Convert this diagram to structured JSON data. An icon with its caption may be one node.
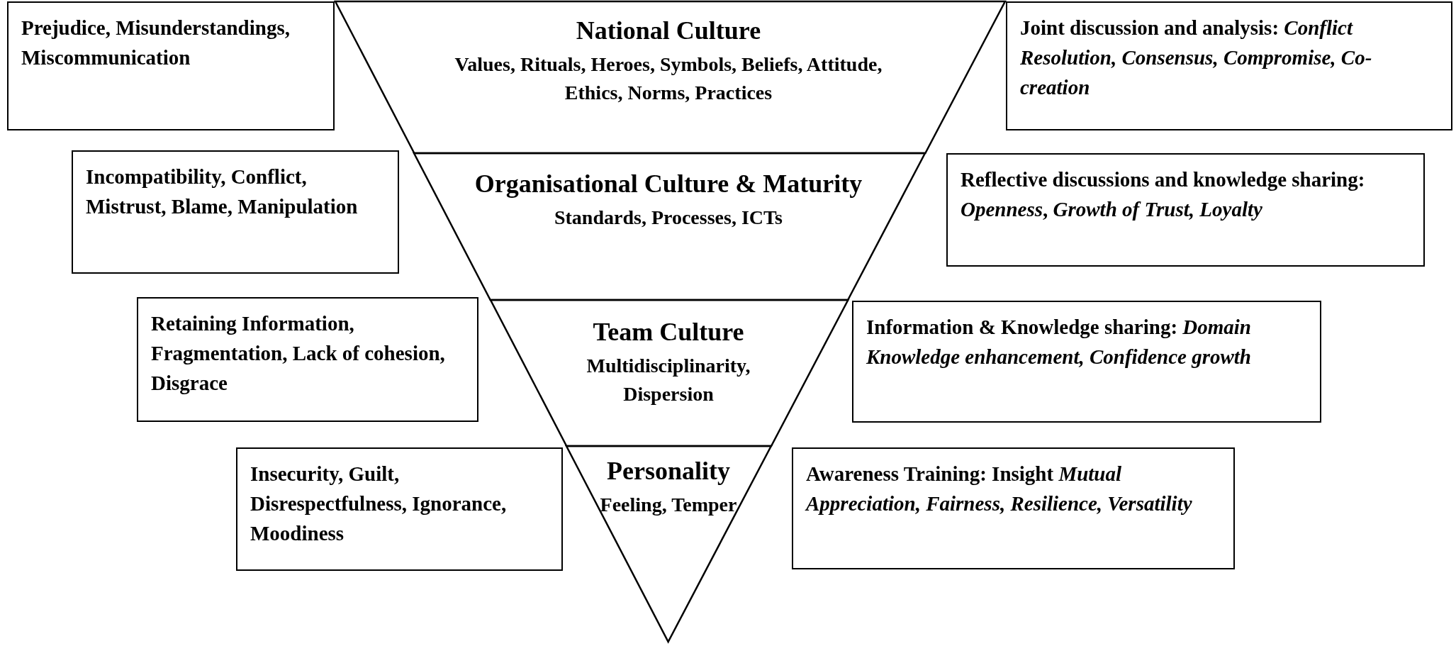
{
  "diagram": {
    "nodes": [
      {
        "text": [
          "Prejudice, Misunderstandings, Miscommunication"
        ]
      },
      {
        "text": [
          "National Culture",
          "Values, Rituals, Heroes, Symbols, Beliefs, Attitude, Ethics, Norms, Practices"
        ]
      },
      {
        "text": [
          "Joint discussion and analysis: *Conflict Resolution, Consensus, Compromise, Co-creation*"
        ]
      },
      {
        "text": [
          "Incompatibility, Conflict, Mistrust, Blame, Manipulation"
        ]
      },
      {
        "text": [
          "Organisational Culture & Maturity",
          "Standards, Processes, ICTs"
        ]
      },
      {
        "text": [
          "Reflective discussions and knowledge sharing: *Openness*, *Growth of Trust, Loyalty*"
        ]
      },
      {
        "text": [
          "Retaining Information, Fragmentation, Lack of cohesion, Disgrace"
        ]
      },
      {
        "text": [
          "Team Culture",
          "Multidisciplinarity, Dispersion"
        ]
      },
      {
        "text": [
          "Information & Knowledge sharing: *Domain Knowledge enhancement, Confidence growth*"
        ]
      },
      {
        "text": [
          "Insecurity, Guilt, Disrespectfulness, Ignorance, Moodiness"
        ]
      },
      {
        "text": [
          "Personality",
          "Feeling, Temper"
        ]
      },
      {
        "text": [
          "Awareness Training: Insight *Mutual Appreciation, Fairness, Resilience, Versatility*"
        ]
      }
    ],
    "edges": []
  }
}
